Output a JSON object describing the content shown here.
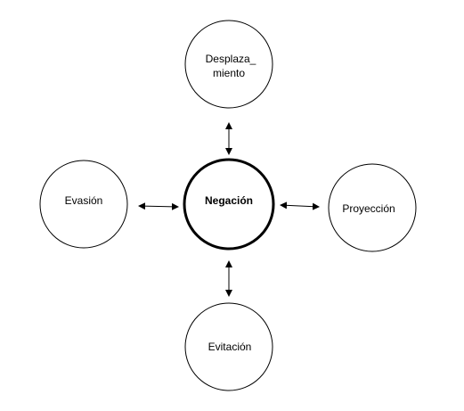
{
  "diagram": {
    "center_node": {
      "label": "Negación"
    },
    "top_node": {
      "label_line1": "Desplaza_",
      "label_line2": "miento"
    },
    "left_node": {
      "label": "Evasión"
    },
    "right_node": {
      "label": "Proyección"
    },
    "bottom_node": {
      "label": "Evitación"
    }
  }
}
